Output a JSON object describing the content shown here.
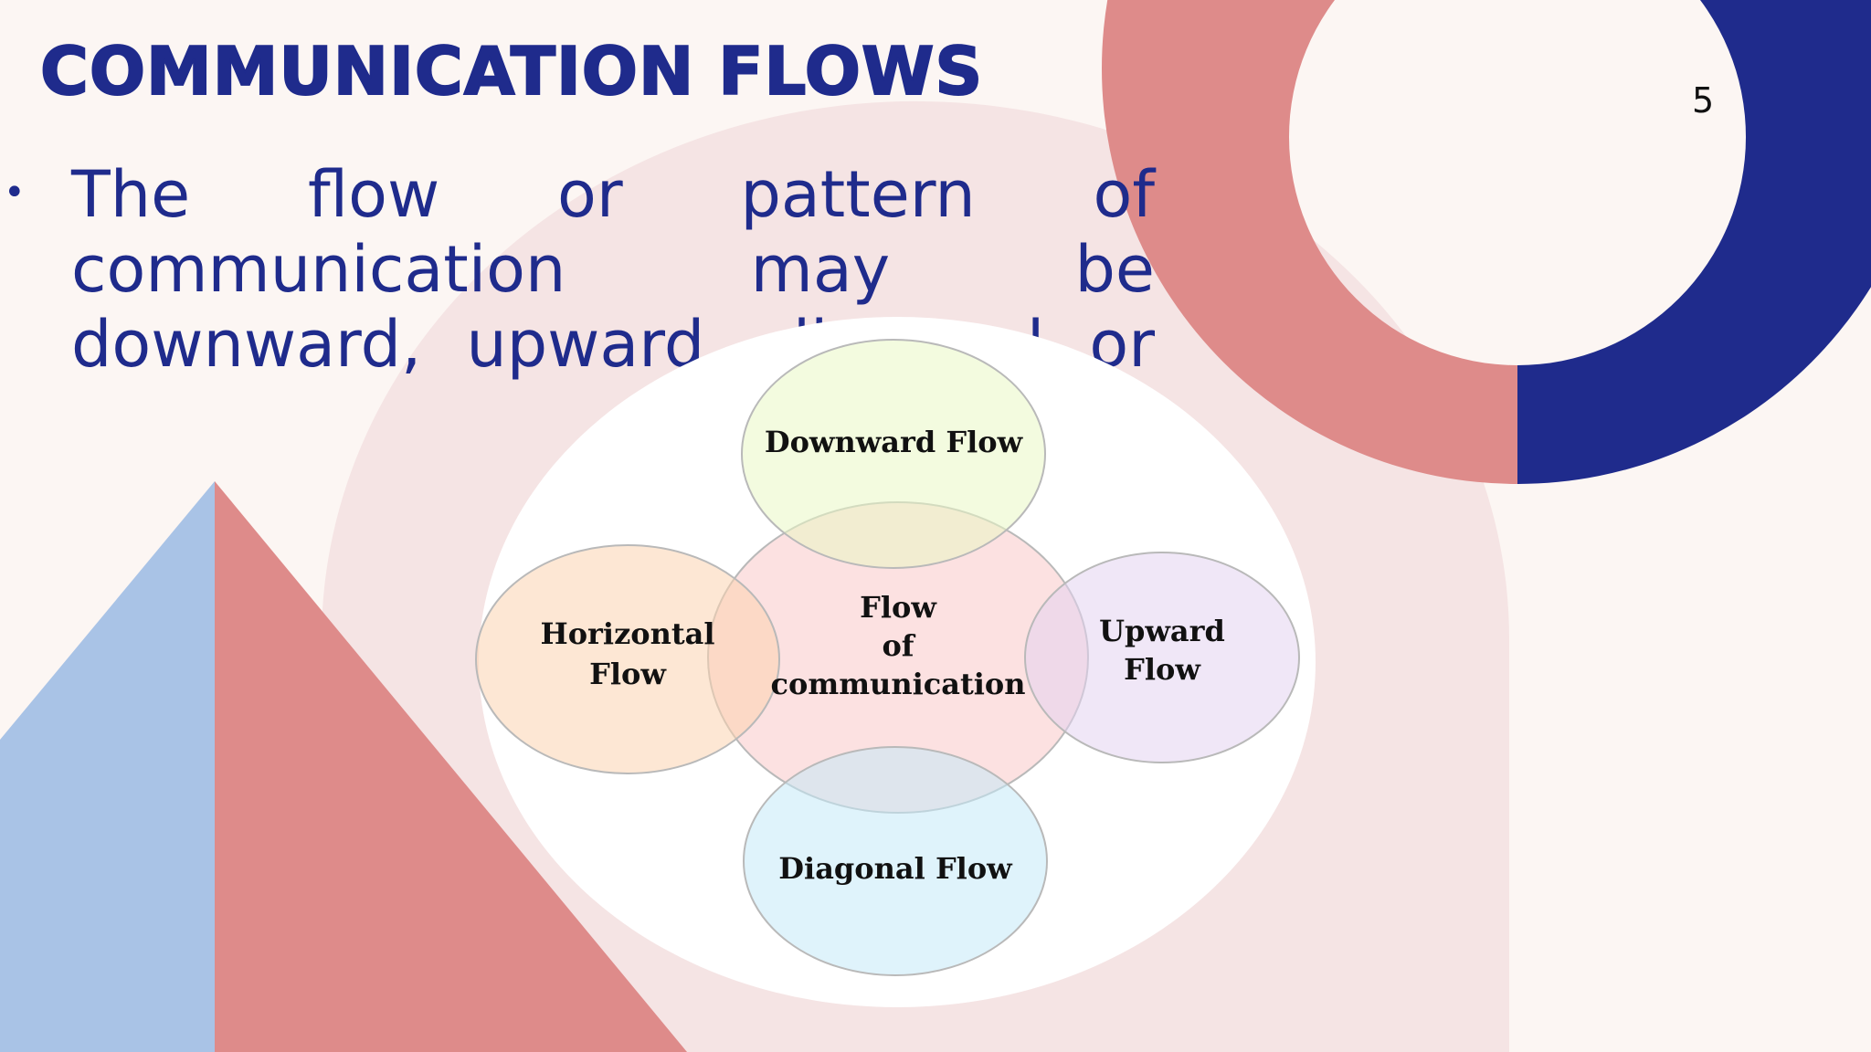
{
  "slide": {
    "title": "COMMUNICATION FLOWS",
    "page_number": "5",
    "bullet": "The flow or pattern of communication may be downward, upward, diagonal or horizontal."
  },
  "diagram": {
    "center": {
      "lines": [
        "Flow",
        "of",
        "communication"
      ],
      "fill": "#f9c9c9"
    },
    "nodes": [
      {
        "id": "downward",
        "lines": [
          "Downward Flow"
        ],
        "fill": "#e9f7c4"
      },
      {
        "id": "horizontal",
        "lines": [
          "Horizontal",
          "Flow"
        ],
        "fill": "#fcd3b0"
      },
      {
        "id": "upward",
        "lines": [
          "Upward",
          "Flow"
        ],
        "fill": "#e3d3f0"
      },
      {
        "id": "diagonal",
        "lines": [
          "Diagonal Flow"
        ],
        "fill": "#c4eaf8"
      }
    ]
  },
  "colors": {
    "title": "#1f2b8c",
    "navy": "#1f2b8c",
    "coral": "#de8b8a",
    "light_blue": "#a9c3e6",
    "background": "#fcf6f3",
    "arch": "#f5e4e4"
  }
}
